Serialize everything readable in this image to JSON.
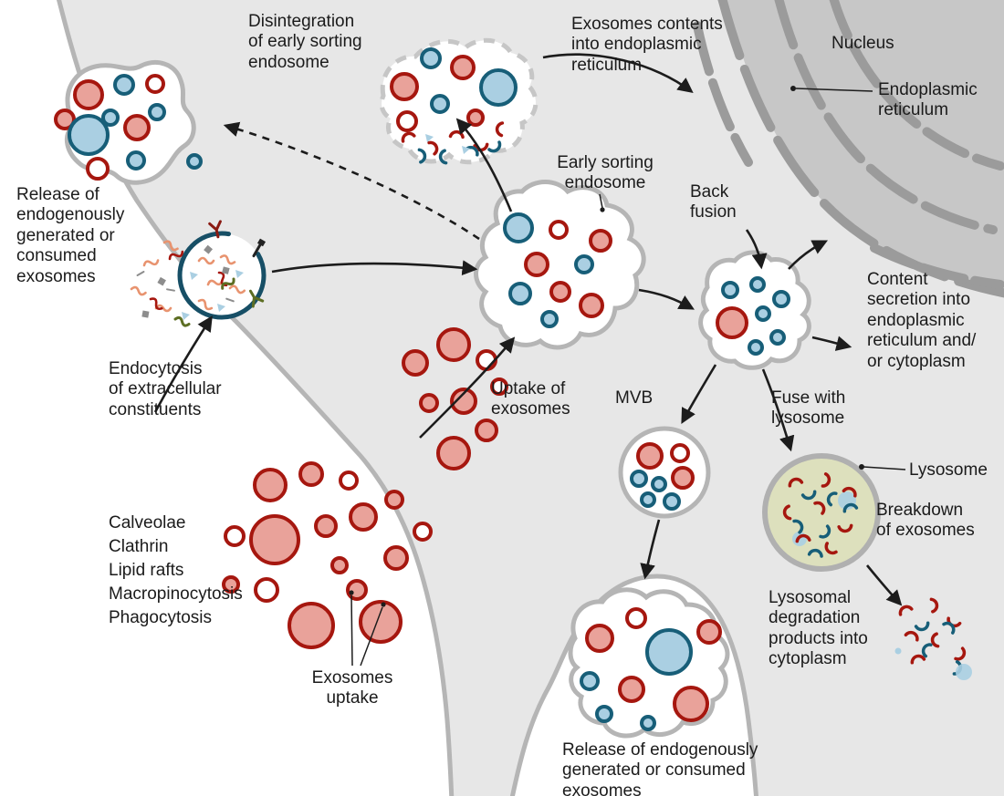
{
  "figure": {
    "title": "Exosome uptake and intracellular trafficking diagram",
    "labels": {
      "disintegration": "Disintegration\nof early sorting\nendosome",
      "exosome_contents_er": "Exosomes contents\ninto endoplasmic\nreticulum",
      "nucleus": "Nucleus",
      "endoplasmic_reticulum": "Endoplasmic\nreticulum",
      "release_top": "Release of\nendogenously\ngenerated or\nconsumed\nexosomes",
      "early_sorting_endosome": "Early sorting\nendosome",
      "back_fusion": "Back\nfusion",
      "endocytosis": "Endocytosis\nof extracellular\nconstituents",
      "uptake_of_exosomes": "Uptake of\nexosomes",
      "content_secretion": "Content\nsecretion into\nendoplasmic\nreticulum and/\nor cytoplasm",
      "mvb": "MVB",
      "fuse_with_lysosome": "Fuse with\nlysosome",
      "lysosome": "Lysosome",
      "breakdown": "Breakdown\nof exosomes",
      "mechanisms": [
        "Calveolae",
        "Clathrin",
        "Lipid rafts",
        "Macropinocytosis",
        "Phagocytosis"
      ],
      "exosomes_uptake": "Exosomes\nuptake",
      "lysosomal_degradation": "Lysosomal\ndegradation\nproducts into\ncytoplasm",
      "release_bottom": "Release of endogenously\ngenerated or consumed exosomes"
    },
    "colors": {
      "cell_fill": "#e7e7e7",
      "nucleus_fill": "#c7c7c7",
      "membrane_gray": "#b5b5b5",
      "er_gray": "#9b9b9b",
      "endosome_fill": "#ffffff",
      "exosome_red_fill": "#e9a29a",
      "exosome_red_stroke": "#a6170f",
      "exosome_blue_fill": "#aacfe2",
      "exosome_blue_stroke": "#175e78",
      "lysosome_fill": "#dde0bd",
      "lysosome_stroke": "#b0b0b0",
      "vesicle_stroke": "#174f66",
      "arrow_black": "#1c1c1c",
      "text_color": "#1b1b1b",
      "salmon": "#e8936f",
      "olive": "#5d6e23",
      "debris_gray": "#8d8d8d"
    }
  }
}
